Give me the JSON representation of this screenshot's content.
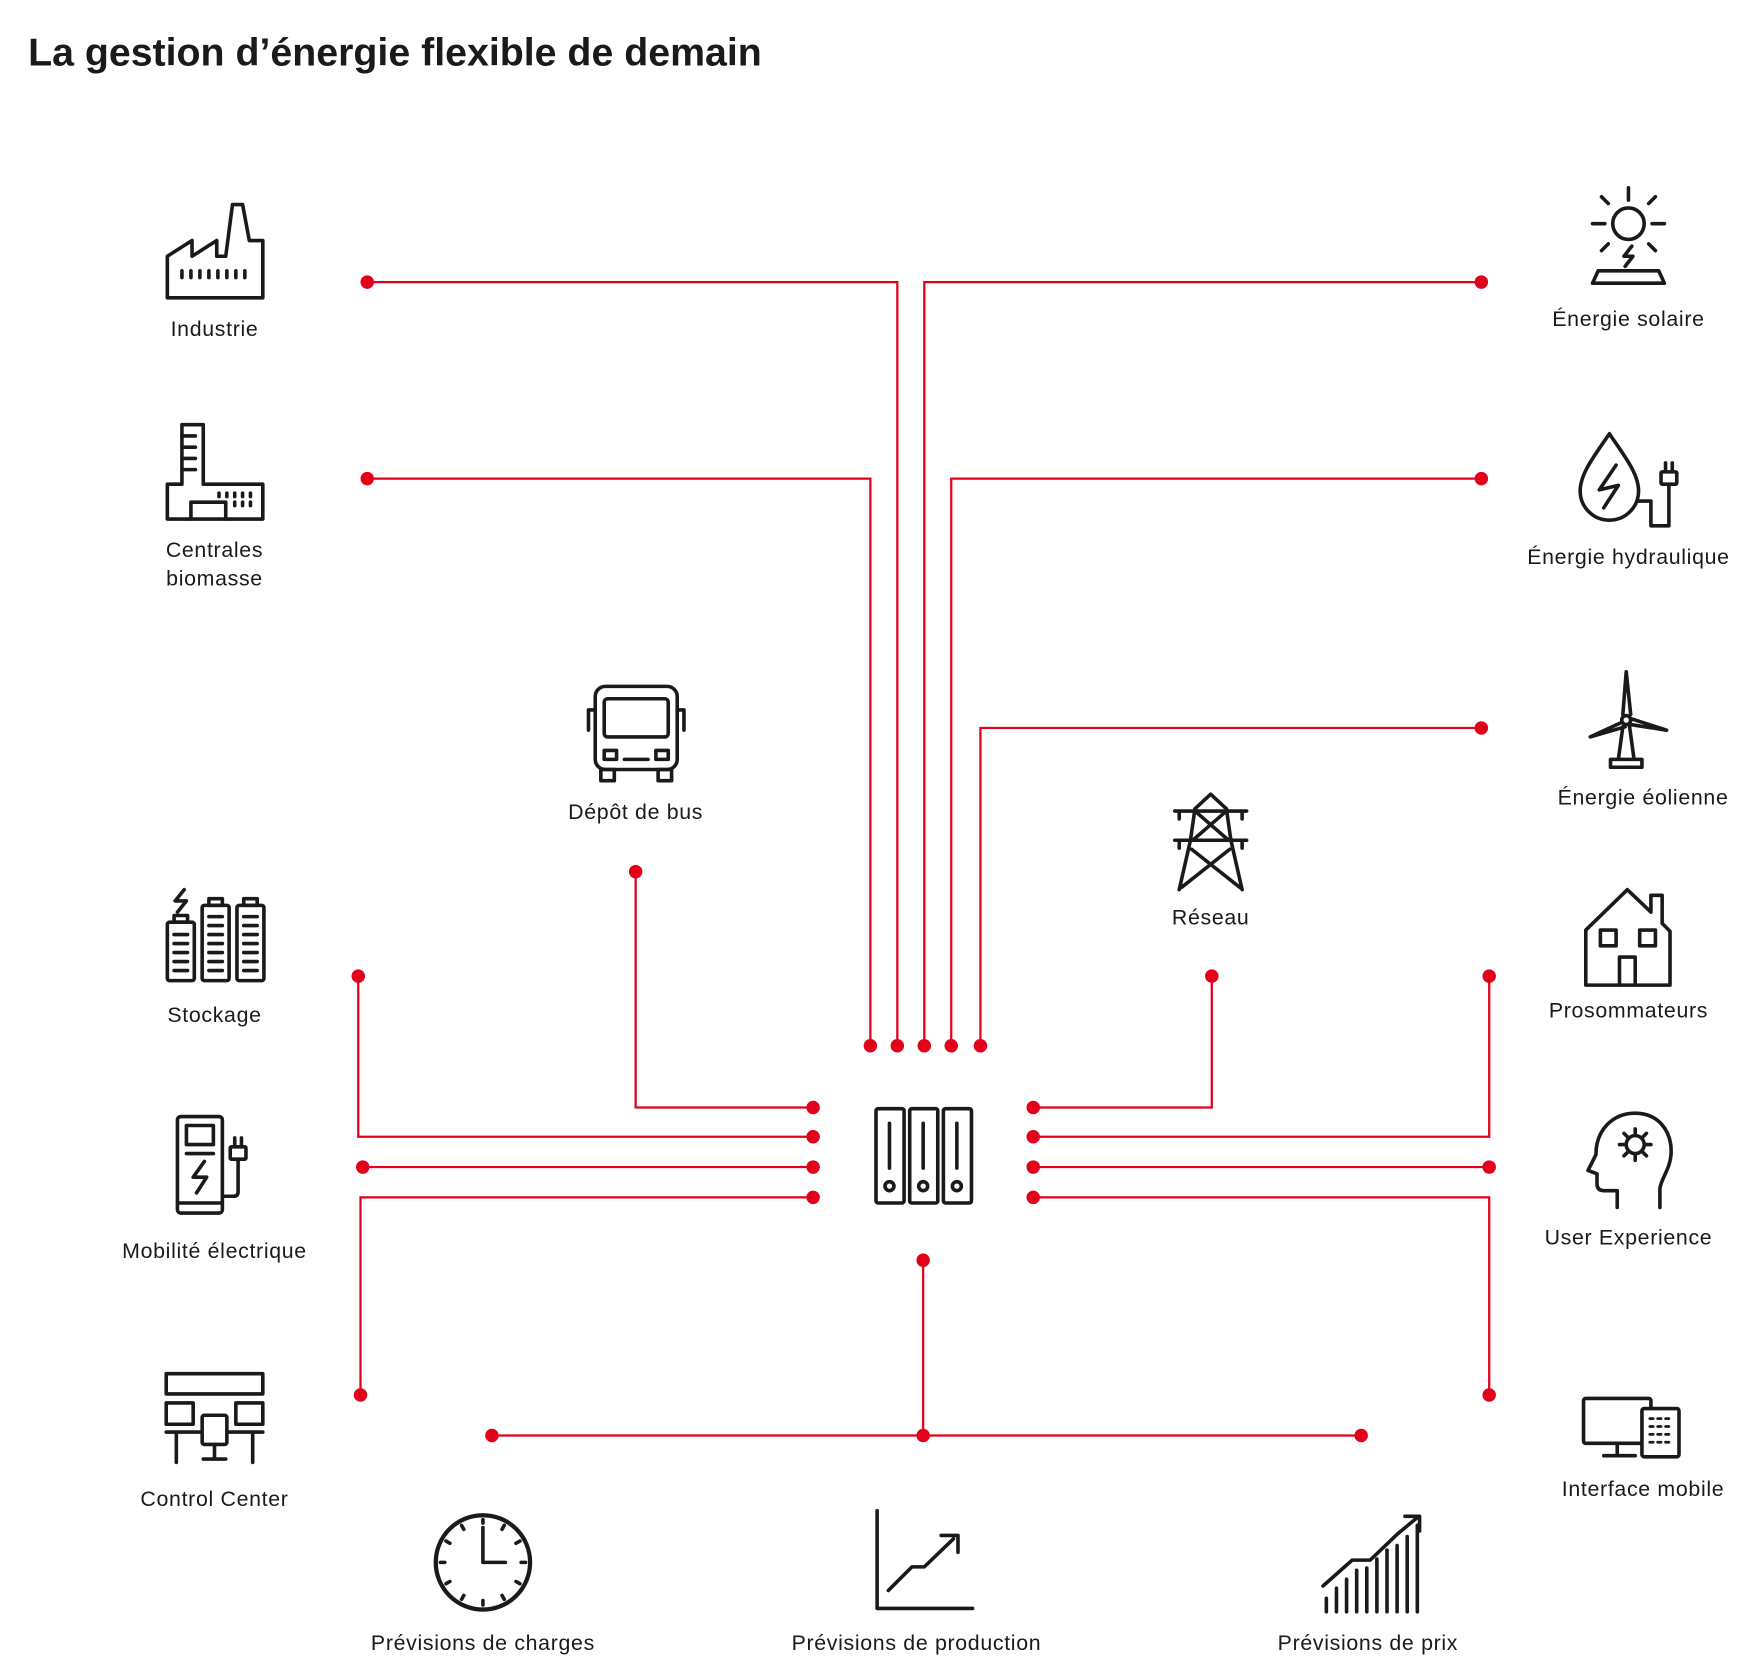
{
  "title": "La gestion d’énergie flexible de demain",
  "colors": {
    "accent": "#e2001a",
    "ink": "#1a1a1a",
    "background": "#ffffff"
  },
  "nodes": {
    "industrie": {
      "label": "Industrie",
      "icon": "factory-icon"
    },
    "biomasse": {
      "label_lines": [
        "Centrales",
        "biomasse"
      ],
      "icon": "biomass-plant-icon"
    },
    "stockage": {
      "label": "Stockage",
      "icon": "battery-storage-icon"
    },
    "mobilite": {
      "label": "Mobilité électrique",
      "icon": "charging-station-icon"
    },
    "control_center": {
      "label": "Control Center",
      "icon": "control-room-icon"
    },
    "solaire": {
      "label": "Énergie solaire",
      "icon": "solar-panel-icon"
    },
    "hydraulique": {
      "label": "Énergie hydraulique",
      "icon": "water-drop-plug-icon"
    },
    "eolienne": {
      "label": "Énergie éolienne",
      "icon": "wind-turbine-icon"
    },
    "prosommateurs": {
      "label": "Prosommateurs",
      "icon": "house-icon"
    },
    "user_experience": {
      "label": "User Experience",
      "icon": "head-gear-icon"
    },
    "interface_mobile": {
      "label": "Interface mobile",
      "icon": "monitor-tablet-icon"
    },
    "depot_bus": {
      "label": "Dépôt de bus",
      "icon": "bus-icon"
    },
    "reseau": {
      "label": "Réseau",
      "icon": "power-pylon-icon"
    },
    "hub": {
      "icon": "server-cabinet-icon"
    },
    "previsions_charges": {
      "label": "Prévisions de charges",
      "icon": "clock-icon"
    },
    "previsions_production": {
      "label": "Prévisions de production",
      "icon": "line-chart-icon"
    },
    "previsions_prix": {
      "label": "Prévisions de prix",
      "icon": "bar-chart-icon"
    }
  }
}
